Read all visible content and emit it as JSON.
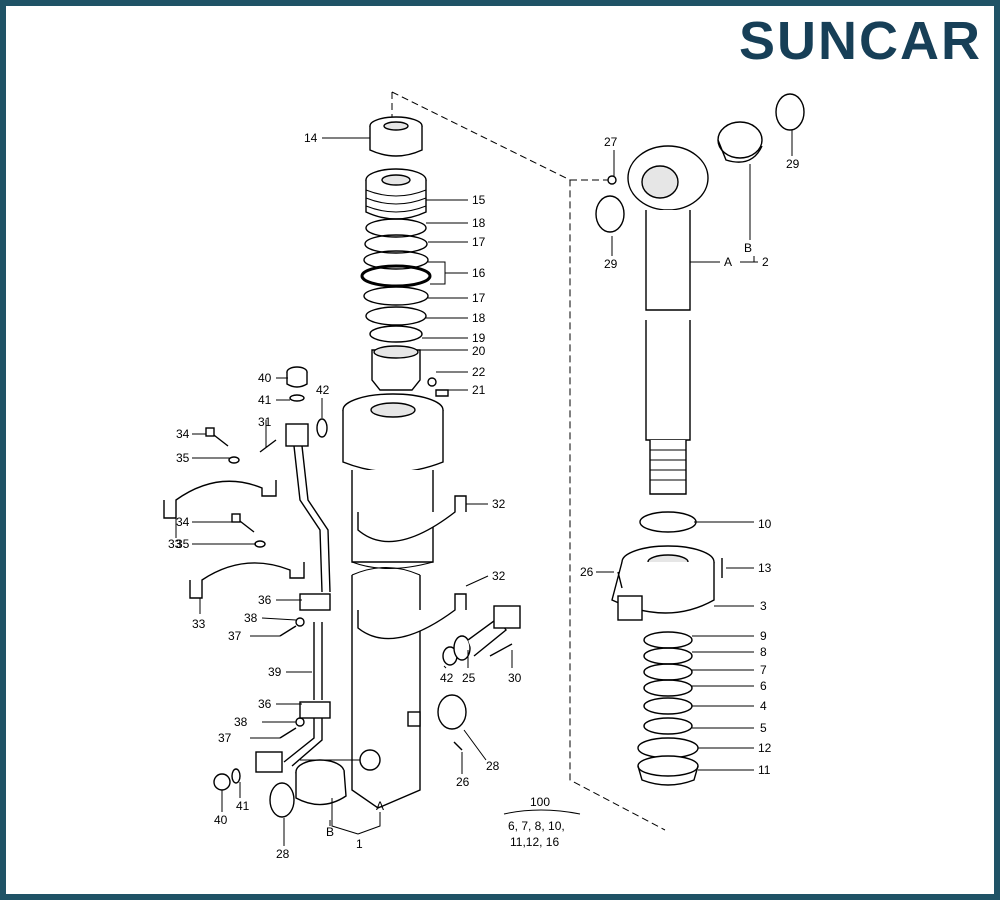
{
  "brand": {
    "logo_text": "SUNCAR",
    "frame_color": "#1f5366",
    "logo_color": "#173f57"
  },
  "labels": {
    "p14": "14",
    "p15": "15",
    "p18a": "18",
    "p17a": "17",
    "p16": "16",
    "p17b": "17",
    "p18b": "18",
    "p19": "19",
    "p20": "20",
    "p22": "22",
    "p21": "21",
    "p27": "27",
    "p29a": "29",
    "p29b": "29",
    "pB_rod": "B",
    "pA_rod": "A",
    "p2": "2",
    "p40a": "40",
    "p41a": "41",
    "p42a": "42",
    "p34a": "34",
    "p31": "31",
    "p35a": "35",
    "p32a": "32",
    "p33a": "33",
    "p34b": "34",
    "p35b": "35",
    "p32b": "32",
    "p33b": "33",
    "p36a": "36",
    "p38a": "38",
    "p37a": "37",
    "p39": "39",
    "p42b": "42",
    "p25": "25",
    "p30": "30",
    "p36b": "36",
    "p38b": "38",
    "p37b": "37",
    "p40b": "40",
    "p41b": "41",
    "p28a": "28",
    "p28b": "28",
    "p26a": "26",
    "pA_tube": "A",
    "pB_tube": "B",
    "p1": "1",
    "p10": "10",
    "p26b": "26",
    "p13": "13",
    "p3": "3",
    "p9": "9",
    "p8": "8",
    "p7": "7",
    "p6": "6",
    "p4": "4",
    "p5": "5",
    "p12": "12",
    "p11": "11",
    "kit_number": "100",
    "kit_line1": "6, 7, 8, 10,",
    "kit_line2": "11,12, 16"
  }
}
